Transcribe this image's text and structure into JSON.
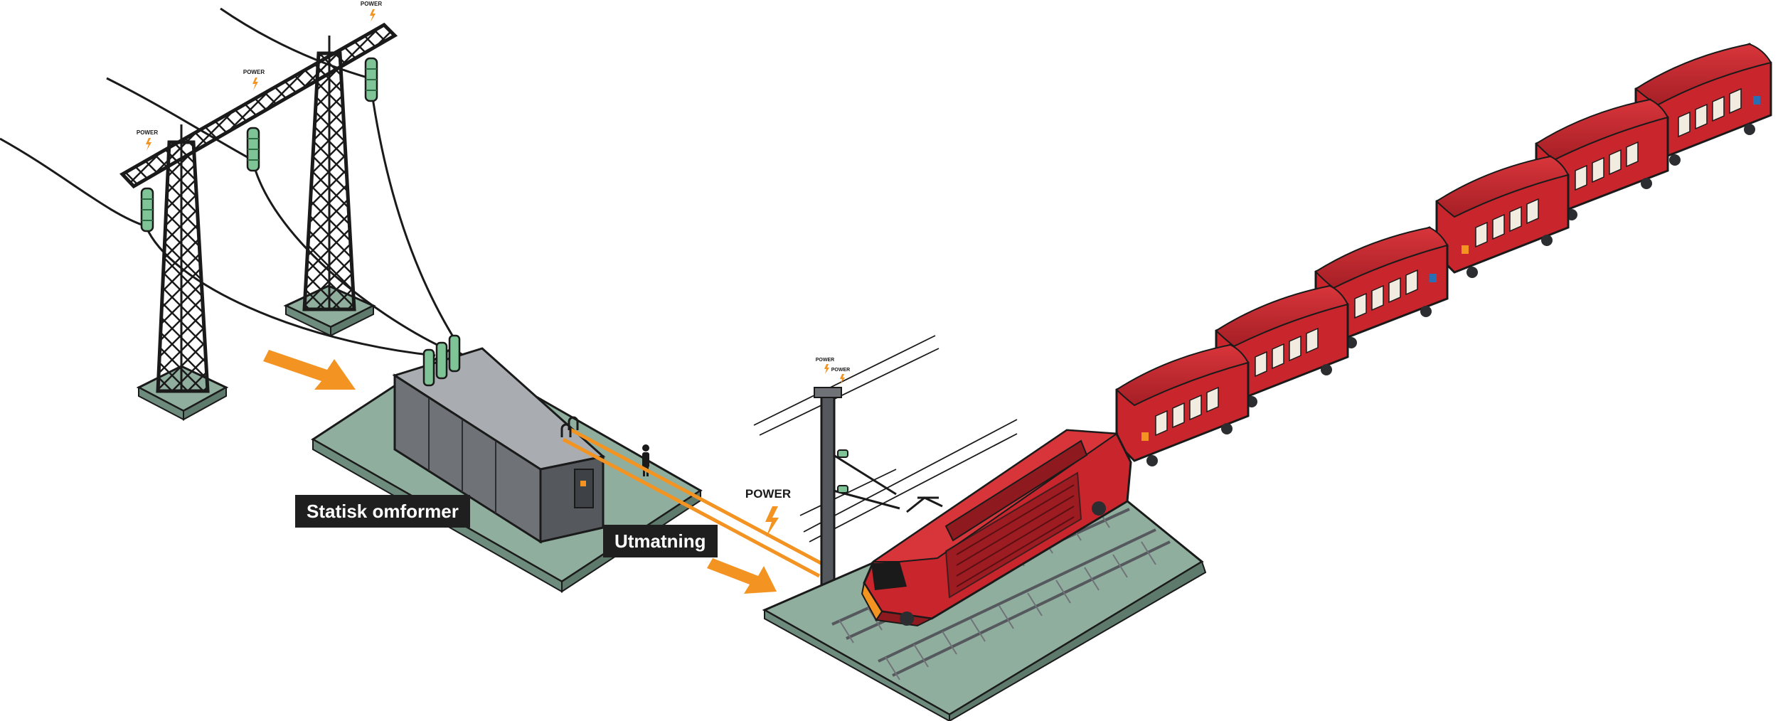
{
  "labels": {
    "converter": "Statisk omformer",
    "output": "Utmatning",
    "power": "POWER"
  },
  "colors": {
    "accent_orange": "#f39322",
    "platform_green": "#8fae9e",
    "platform_side": "#6e8c7e",
    "train_red": "#c8252c",
    "train_dark": "#8e1a1f",
    "converter_gray": "#6f7378",
    "insulator_green": "#7fc496",
    "label_bg": "#1f1f1f"
  },
  "icons": {
    "power": "lightning-bolt-icon",
    "flow": "arrow-icon"
  }
}
